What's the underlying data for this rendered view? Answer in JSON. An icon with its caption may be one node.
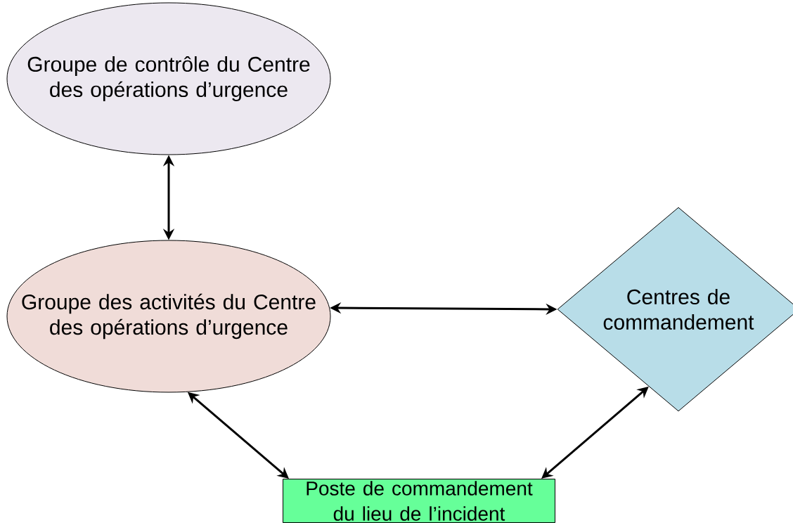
{
  "diagram": {
    "nodes": [
      {
        "text": [
          "Groupe de contrôle du Centre des opérations d’urgence"
        ]
      },
      {
        "text": [
          "Groupe des activités du Centre des opérations d’urgence"
        ]
      },
      {
        "text": [
          "Centres de commandement"
        ]
      },
      {
        "text": [
          "Poste de commandement du lieu de l’incident"
        ]
      }
    ],
    "edges": [
      {
        "from": 0,
        "to": 1,
        "arrow": "both"
      },
      {
        "from": 1,
        "to": 2,
        "arrow": "both"
      },
      {
        "from": 1,
        "to": 3,
        "arrow": "both"
      },
      {
        "from": 2,
        "to": 3,
        "arrow": "both"
      }
    ]
  }
}
